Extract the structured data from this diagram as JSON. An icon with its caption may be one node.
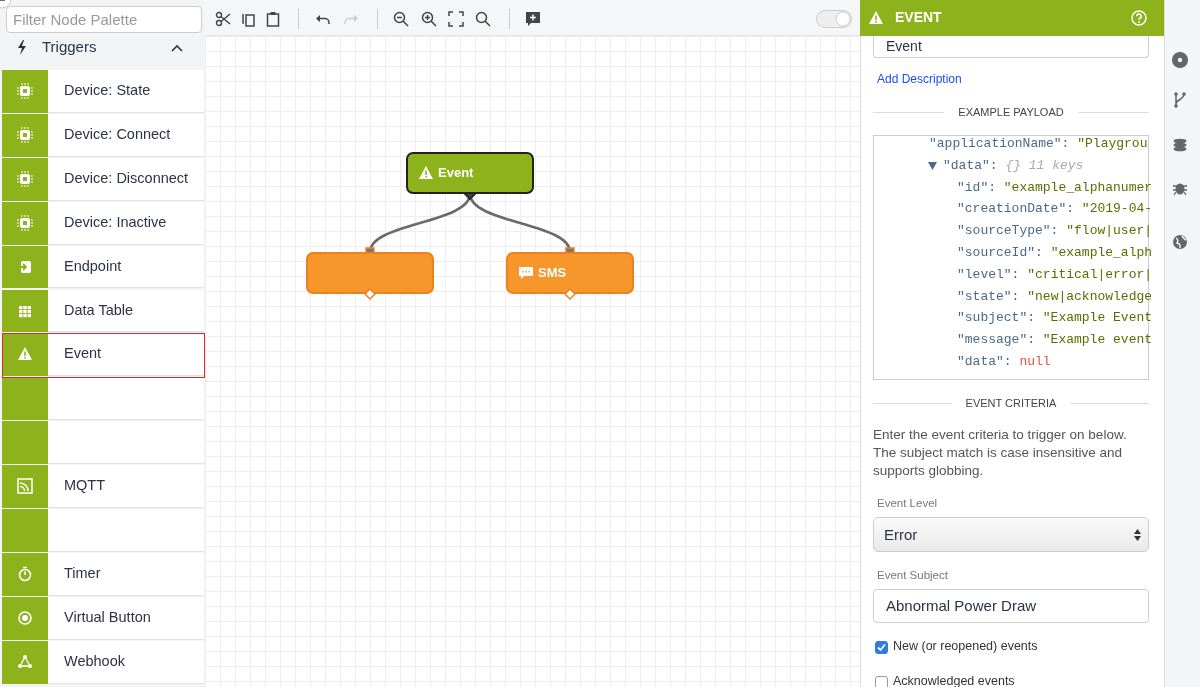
{
  "diagram": {
    "nodes": [
      {
        "text": [
          "Event"
        ]
      },
      {
        "text": [],
        "shape": "box"
      },
      {
        "text": [
          "SMS"
        ]
      }
    ],
    "edges": [
      {
        "from": 0,
        "to": 1,
        "arrow": "other"
      },
      {
        "from": 0,
        "to": 2,
        "arrow": "other"
      }
    ],
    "labels": [
      "Filter Node Palette",
      "Triggers",
      "Device: State",
      "Device: Connect",
      "Device: Disconnect",
      "Device: Inactive",
      "Endpoint",
      "Data Table",
      "Event",
      "MQTT",
      "Timer",
      "Virtual Button",
      "Webhook",
      "EVENT",
      "Event",
      "Add Description",
      "EXAMPLE PAYLOAD",
      "\"applicationName\": \"Playgrou",
      "\"data\": {} 11 keys",
      "\"id\": \"example_alphanumer",
      "\"creationDate\": \"2019-04-",
      "\"sourceType\": \"flow|user|",
      "\"sourceId\": \"example_alph",
      "\"level\": \"critical|error|",
      "\"state\": \"new|acknowledge",
      "\"subject\": \"Example Event",
      "\"message\": \"Example event",
      "\"data\": null",
      "EVENT CRITERIA",
      "Enter the event criteria to trigger on below. The subject match is case insensitive and supports globbing.",
      "Event Level",
      "Error",
      "Event Subject",
      "Abnormal Power Draw",
      "New (or reopened) events",
      "Acknowledged events"
    ]
  }
}
